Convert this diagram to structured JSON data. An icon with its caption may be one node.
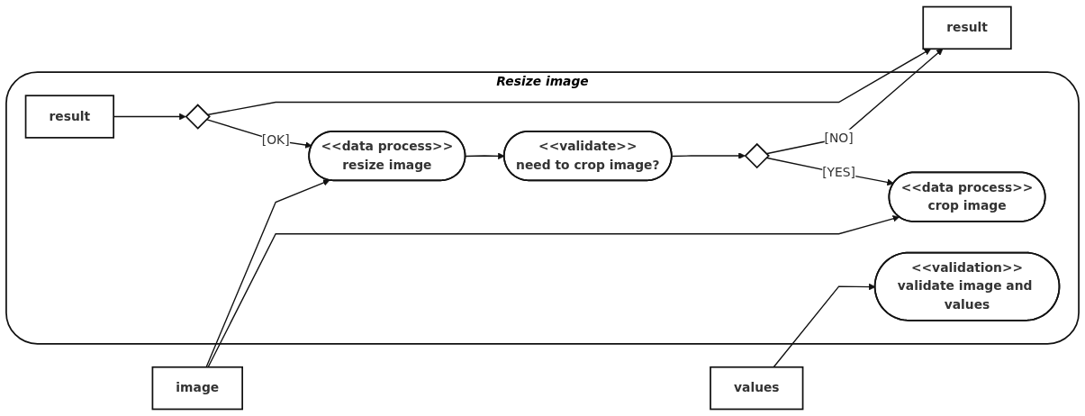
{
  "diagram": {
    "nodes": [
      {
        "text": [
          "Resize image"
        ]
      },
      {
        "text": [
          "values"
        ]
      },
      {
        "text": [
          "image"
        ]
      },
      {
        "text": [
          "<<validation>>",
          "validate image and values"
        ],
        "in": 0
      },
      {
        "text": [
          "result"
        ],
        "in": 0
      },
      {
        "text": [],
        "shape": "diamond",
        "in": 0
      },
      {
        "text": [
          "<<data process>>",
          "crop image"
        ],
        "in": 0
      },
      {
        "text": [
          "<<data process>>",
          "resize image"
        ],
        "in": 0
      },
      {
        "text": [
          "<<validate>>",
          "need to crop image?"
        ],
        "in": 0
      },
      {
        "text": [],
        "shape": "diamond",
        "in": 0
      },
      {
        "text": [
          "result"
        ]
      }
    ],
    "edges": [
      {
        "from": 1,
        "to": 3,
        "arrow": "to"
      },
      {
        "from": 2,
        "to": 6,
        "arrow": "to"
      },
      {
        "from": 2,
        "to": 7,
        "arrow": "to"
      },
      {
        "from": 4,
        "to": 5,
        "arrow": "to"
      },
      {
        "from": 5,
        "to": 7,
        "arrow": "to",
        "label": "[OK]"
      },
      {
        "from": 5,
        "to": 10,
        "arrow": "to"
      },
      {
        "from": 7,
        "to": 8,
        "arrow": "to"
      },
      {
        "from": 8,
        "to": 9,
        "arrow": "to"
      },
      {
        "from": 9,
        "to": 6,
        "arrow": "to",
        "label": "[YES]"
      },
      {
        "from": 9,
        "to": 10,
        "arrow": "to",
        "label": "[NO]"
      }
    ]
  }
}
